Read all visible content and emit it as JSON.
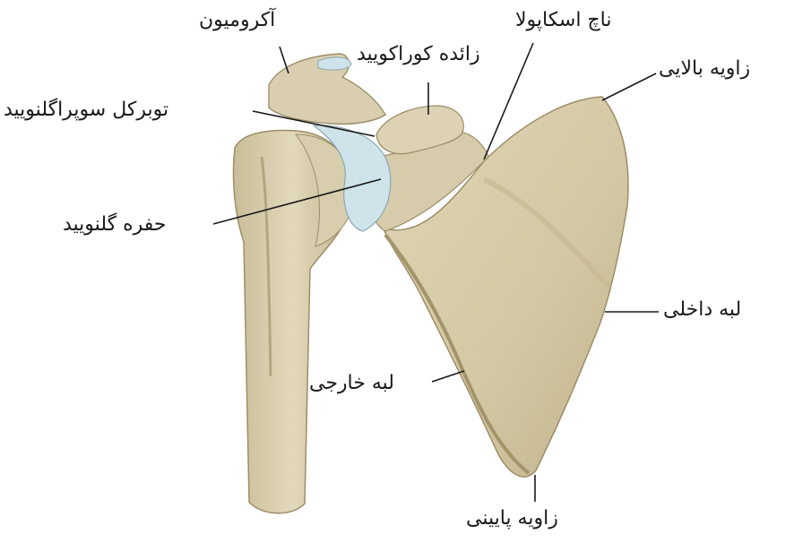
{
  "labels": {
    "acromion": "آکرومیون",
    "scapular_notch": "ناچ اسکاپولا",
    "coracoid_process": "زائده کوراکویید",
    "superior_angle": "زاویه بالایی",
    "supraglenoid_tubercle": "توبرکل سوپراگلنویید",
    "glenoid_fossa": "حفره گلنویید",
    "medial_border": "لبه داخلی",
    "lateral_border": "لبه خارجی",
    "inferior_angle": "زاویه پایینی"
  },
  "colors": {
    "bone": "#ddd3b3",
    "bone_shadow": "#b9ac86",
    "bone_dark": "#8f8262",
    "cartilage": "#cfe3ea",
    "leader_line": "#1a1a1a"
  }
}
